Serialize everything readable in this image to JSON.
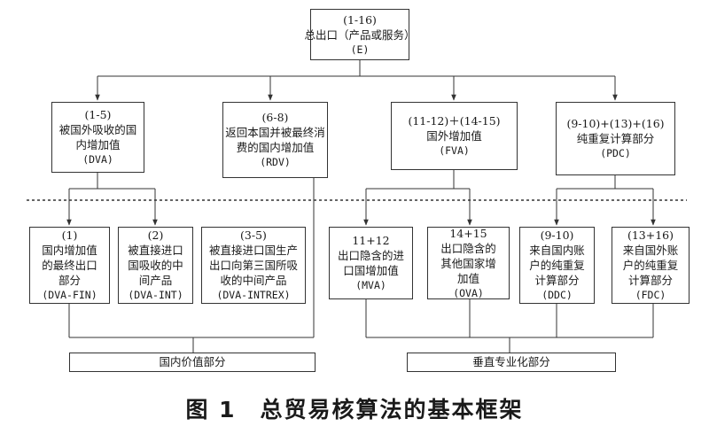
{
  "root": {
    "range": "(1-16)",
    "name": "总出口（产品或服务）",
    "code": "(E)"
  },
  "level2": [
    {
      "lines": [
        "(1-5)",
        "被国外吸收的国",
        "内增加值"
      ],
      "code": "(DVA)"
    },
    {
      "lines": [
        "(6-8)",
        "返回本国并被最终消",
        "费的国内增加值"
      ],
      "code": "(RDV)"
    },
    {
      "lines": [
        "(11-12)＋(14-15)",
        "国外增加值"
      ],
      "code": "(FVA)"
    },
    {
      "lines": [
        "(9-10)+(13)+(16)",
        "纯重复计算部分"
      ],
      "code": "(PDC)"
    }
  ],
  "level3": [
    {
      "lines": [
        "(1)",
        "国内增加值",
        "的最终出口",
        "部分"
      ],
      "code": "(DVA-FIN)"
    },
    {
      "lines": [
        "(2)",
        "被直接进口",
        "国吸收的中",
        "间产品"
      ],
      "code": "(DVA-INT)"
    },
    {
      "lines": [
        "(3-5)",
        "被直接进口国生产",
        "出口向第三国所吸",
        "收的中间产品"
      ],
      "code": "(DVA-INTREX)"
    },
    {
      "lines": [
        "11+12",
        "出口隐含的进",
        "口国增加值"
      ],
      "code": "(MVA)"
    },
    {
      "lines": [
        "14+15",
        "出口隐含的",
        "其他国家增",
        "加值"
      ],
      "code": "(OVA)"
    },
    {
      "lines": [
        "(9-10)",
        "来自国内账",
        "户的纯重复",
        "计算部分"
      ],
      "code": "(DDC)"
    },
    {
      "lines": [
        "(13+16)",
        "来自国外账",
        "户的纯重复",
        "计算部分"
      ],
      "code": "(FDC)"
    }
  ],
  "groups": [
    "国内价值部分",
    "垂直专业化部分"
  ],
  "caption": "图 1　总贸易核算法的基本框架"
}
